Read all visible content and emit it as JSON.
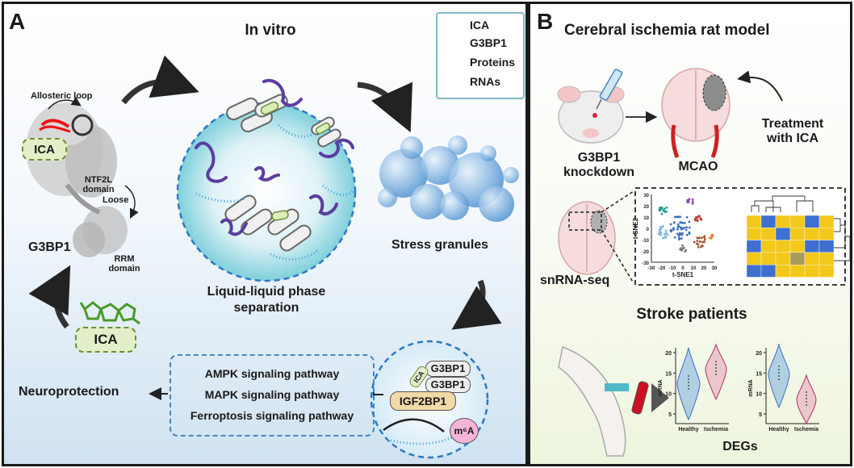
{
  "panel_a": {
    "label": "A",
    "title": "In vitro",
    "legend": {
      "ica": "ICA",
      "g3bp1": "G3BP1",
      "proteins": "Proteins",
      "rnas": "RNAs"
    },
    "protein": {
      "allosteric_loop": "Allosteric loop",
      "ica_tag": "ICA",
      "ntf2l_line1": "NTF2L",
      "ntf2l_line2": "domain",
      "loose": "Loose",
      "rrm_line1": "RRM",
      "rrm_line2": "domain",
      "name": "G3BP1"
    },
    "llps_line1": "Liquid-liquid phase",
    "llps_line2": "separation",
    "stress_granules": "Stress granules",
    "ica_compound": "ICA",
    "complex": {
      "ica": "ICA",
      "g3bp1_top": "G3BP1",
      "g3bp1_bottom": "G3BP1",
      "igf2bp1": "IGF2BP1",
      "m6a": "m⁶A"
    },
    "pathways": [
      "AMPK signaling pathway",
      "MAPK signaling pathway",
      "Ferroptosis signaling pathway"
    ],
    "neuroprotection": "Neuroprotection"
  },
  "panel_b": {
    "label": "B",
    "title": "Cerebral ischemia rat model",
    "knockdown_line1": "G3BP1",
    "knockdown_line2": "knockdown",
    "mcao": "MCAO",
    "treatment_line1": "Treatment",
    "treatment_line2": "with ICA",
    "snrna_seq": "snRNA-seq",
    "tsne_xlabel": "t-SNE1",
    "tsne_ylabel": "t-SNE2",
    "tsne_xticks": [
      "-30",
      "-20",
      "-10",
      "0",
      "10",
      "20",
      "30"
    ],
    "tsne_yticks": [
      "30",
      "20",
      "10",
      "0",
      "-10",
      "-20",
      "-30"
    ],
    "stroke_patients": "Stroke patients",
    "violin_ylabel": "mRNA",
    "violin_left_yticks": [
      "20",
      "15",
      "10",
      "5"
    ],
    "violin_right_yticks": [
      "20",
      "15",
      "10",
      "5"
    ],
    "violin_xlabels": [
      "Healthy",
      "Ischemia"
    ],
    "degs": "DEGs"
  },
  "colors": {
    "dashed_blue": "#4a84bf",
    "ica_green": "#e2efc8",
    "ica_border": "#6b8e3a",
    "igf2bp1_tan": "#f2d9a8",
    "m6a_pink": "#f6b3d8",
    "violin_blue": "#7aaee0",
    "violin_pink": "#e6a1b8",
    "heat_yellow": "#f2c81a",
    "heat_blue": "#3e6fd1"
  },
  "icons": [
    "molecule-icon",
    "syringe-icon",
    "rat-head-icon",
    "rat-brain-icon",
    "human-arm-icon",
    "blood-tube-icon"
  ]
}
